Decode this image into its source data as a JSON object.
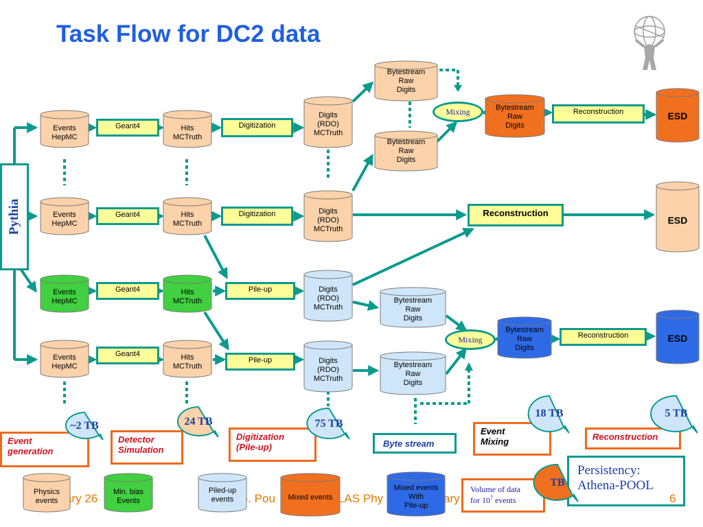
{
  "title": "Task Flow for DC2 data",
  "footer": {
    "date": "ary 26",
    "author": "G. Pou",
    "meeting": "LAS Phy",
    "meeting_end": "ary",
    "page": "6"
  },
  "pythia": "Pythia",
  "cylinders": {
    "ev1": "Events\nHepMC",
    "hit1": "Hits\nMCTruth",
    "dig1": "Digits\n(RDO)\nMCTruth",
    "ev2": "Events\nHepMC",
    "hit2": "Hits\nMCTruth",
    "dig2": "Digits\n(RDO)\nMCTruth",
    "ev3": "Events\nHepMC",
    "hit3": "Hits\nMCTruth",
    "dig3": "Digits\n(RDO)\nMCTruth",
    "ev4": "Events\nHepMC",
    "hit4": "Hits\nMCTruth",
    "dig4": "Digits\n(RDO)\nMCTruth",
    "bs_top1": "Bytestream\nRaw\nDigits",
    "bs_top2": "Bytestream\nRaw\nDigits",
    "bs_mix_top": "Bytestream\nRaw\nDigits",
    "bs_lb1": "Bytestream\nRaw\nDigits",
    "bs_lb2": "Bytestream\nRaw\nDigits",
    "bs_mix_bot": "Bytestream\nRaw\nDigits",
    "esd1": "ESD",
    "esd2": "ESD",
    "esd3": "ESD"
  },
  "boxes": {
    "geant1": "Geant4",
    "geant2": "Geant4",
    "geant3": "Geant4",
    "geant4": "Geant4",
    "digi1": "Digitization",
    "digi2": "Digitization",
    "pileup1": "Pile-up",
    "pileup2": "Pile-up",
    "reco_top": "Reconstruction",
    "reco_mid": "Reconstruction",
    "reco_bot": "Reconstruction"
  },
  "mixing": [
    "Mixing",
    "Mixing"
  ],
  "bubbles": {
    "evgen": "~2 TB",
    "sim": "24 TB",
    "digi": "75 TB",
    "mix": "18 TB",
    "reco": "5 TB",
    "legend": "TB"
  },
  "stages": {
    "event_generation": "Event\ngeneration",
    "detector_simulation": "Detector\n  Simulation",
    "digitization": "Digitization\n  (Pile-up)",
    "byte_stream": "Byte stream",
    "event_mixing": "Event\nMixing",
    "reconstruction": "Reconstruction"
  },
  "legend": {
    "physics": "Physics\nevents",
    "minbias": "Min. bias\nEvents",
    "piled": "Piled-up\nevents",
    "mixed": "Mixed events",
    "mixed_pileup": "Mixed events\nWith\nPile-up",
    "volume_line1": "Volume of data",
    "volume_line2": "for 10",
    "volume_exp": "7",
    "volume_line3": " events"
  },
  "persistency": {
    "line1": "Persistency:",
    "line2": "Athena-POOL"
  },
  "colors": {
    "teal": "#0b9a8e",
    "peach": "#fbd2aa",
    "green": "#40d040",
    "lightblue": "#cfe6fa",
    "orange": "#f07020",
    "blue": "#2f6ae6",
    "yellow": "#ffff99"
  }
}
